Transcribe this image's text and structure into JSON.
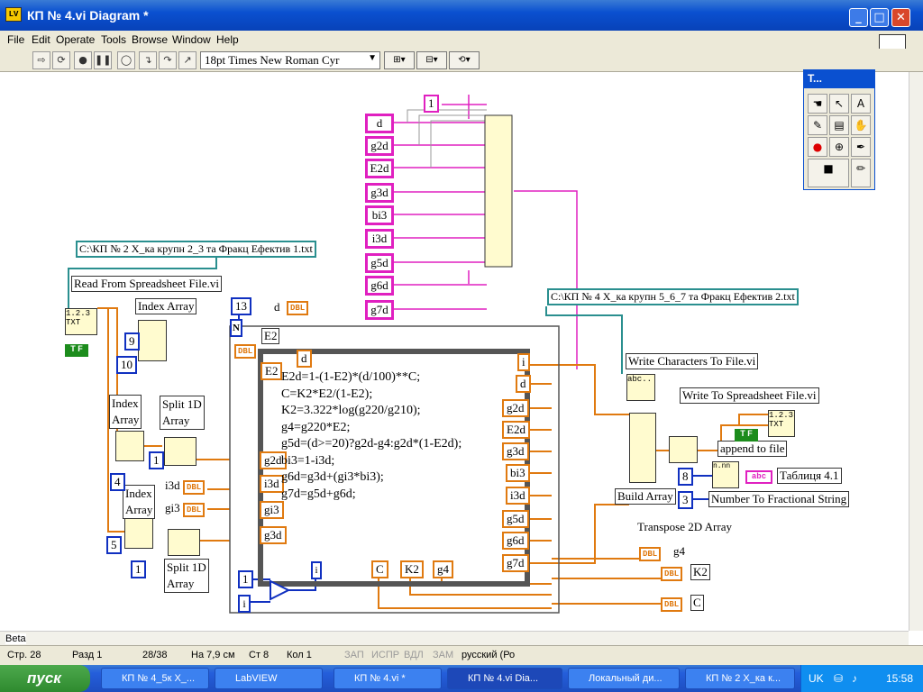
{
  "window": {
    "title": "КП № 4.vi Diagram *",
    "app_icon_text": "LV",
    "min": "_",
    "max": "□",
    "close": "✕"
  },
  "menu": [
    "File",
    "Edit",
    "Operate",
    "Tools",
    "Browse",
    "Window",
    "Help"
  ],
  "toolbar": {
    "font": "18pt Times New Roman Cyr"
  },
  "palette": {
    "title": "T..."
  },
  "diagram": {
    "path1": "C:\\КП № 2 Х_ка крупн 2_3 та Фракц Ефектив 1.txt",
    "path2": "C:\\КП № 4 Х_ка крупн 5_6_7 та Фракц Ефектив 2.txt",
    "read_spreadsheet": "Read From Spreadsheet File.vi",
    "index_array_1": "Index Array",
    "index_array_2": "Index\nArray",
    "index_array_3": "Index\nArray",
    "split_1": "Split 1D\nArray",
    "split_2": "Split 1D\nArray",
    "write_chars": "Write Characters To File.vi",
    "write_spreadsheet": "Write To Spreadsheet File.vi",
    "append": "append to file",
    "build_array": "Build Array",
    "num_to_frac": "Number To Fractional String",
    "transpose": "Transpose 2D Array",
    "table": "Таблиця 4.1",
    "n_count": "13",
    "n_label": "N",
    "i_label": "i",
    "const_9": "9",
    "const_10": "10",
    "const_4": "4",
    "const_5": "5",
    "const_1a": "1",
    "const_1b": "1",
    "const_1c": "1",
    "const_8": "8",
    "const_3": "3",
    "const_1d": "1",
    "e2": "E2",
    "d_label": "d",
    "dbl": "DBL",
    "i3d": "i3d",
    "gi3": "gi3",
    "g4": "g4",
    "k2": "K2",
    "c": "C",
    "tf": "T F",
    "formula_nodes": [
      "E2",
      "d",
      "g2d",
      "i3d",
      "gi3",
      "g3d",
      "C",
      "K2",
      "g4"
    ],
    "formula_outputs": [
      "i",
      "d",
      "g2d",
      "E2d",
      "g3d",
      "bi3",
      "i3d",
      "g5d",
      "g6d",
      "g7d"
    ],
    "formula": "E2d=1-(1-E2)*(d/100)**C;\nC=K2*E2/(1-E2);\nK2=3.322*log(g220/g210);\ng4=g220*E2;\ng5d=(d>=20)?g2d-g4:g2d*(1-E2d);\nbi3=1-i3d;\ng6d=g3d+(gi3*bi3);\ng7d=g5d+g6d;",
    "pink_terms": [
      "d",
      "g2d",
      "E2d",
      "g3d",
      "bi3",
      "i3d",
      "g5d",
      "g6d",
      "g7d"
    ]
  },
  "status": [
    "Beta",
    "Стр. 28",
    "Разд 1",
    "28/38",
    "На 7,9 см",
    "Ст 8",
    "Кол 1",
    "ЗАП",
    "ИСПР",
    "ВДЛ",
    "ЗАМ",
    "русский (Ро"
  ],
  "taskbar": {
    "start": "пуск",
    "tasks": [
      "КП № 4_5к Х_...",
      "LabVIEW",
      "КП № 4.vi *",
      "КП № 4.vi Dia...",
      "Локальный ди...",
      "КП № 2 Х_ка к..."
    ],
    "lang": "UK",
    "clock": "15:58"
  }
}
